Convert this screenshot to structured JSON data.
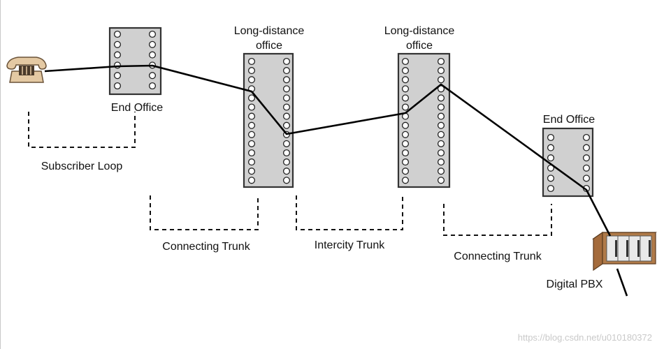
{
  "labels": {
    "end_office_left": "End Office",
    "long_distance_left_1": "Long-distance",
    "long_distance_left_2": "office",
    "long_distance_right_1": "Long-distance",
    "long_distance_right_2": "office",
    "end_office_right": "End Office",
    "subscriber_loop": "Subscriber Loop",
    "connecting_trunk_left": "Connecting Trunk",
    "intercity_trunk": "Intercity Trunk",
    "connecting_trunk_right": "Connecting Trunk",
    "digital_pbx": "Digital PBX"
  },
  "watermark": "https://blog.csdn.net/u010180372",
  "icons": {
    "telephone": "telephone-icon",
    "pbx": "pbx-cabinet-icon"
  },
  "colors": {
    "switch_fill": "#d0d0d0",
    "phone_body": "#e4c9a3",
    "pbx_wood": "#b07a48"
  }
}
